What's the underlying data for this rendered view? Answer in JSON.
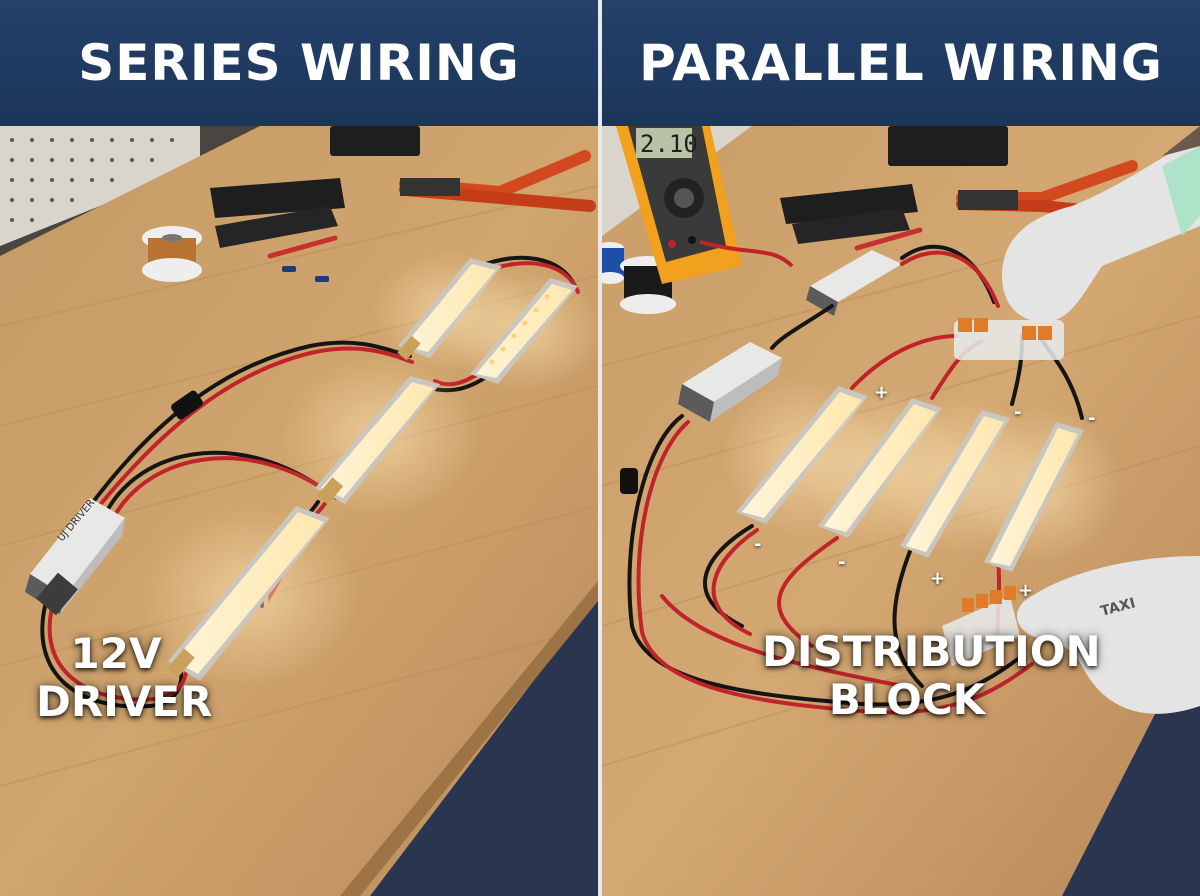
{
  "left": {
    "header": "SERIES WIRING",
    "caption_line1": "12V",
    "caption_line2": "DRIVER",
    "driver_label": "UJ DRIVER"
  },
  "right": {
    "header": "PARALLEL WIRING",
    "caption_line1": "DISTRIBUTION",
    "caption_line2": "BLOCK",
    "multimeter_reading": "2.10",
    "polarity_plus": "+",
    "polarity_minus": "-",
    "glove_text": "TAXI"
  }
}
